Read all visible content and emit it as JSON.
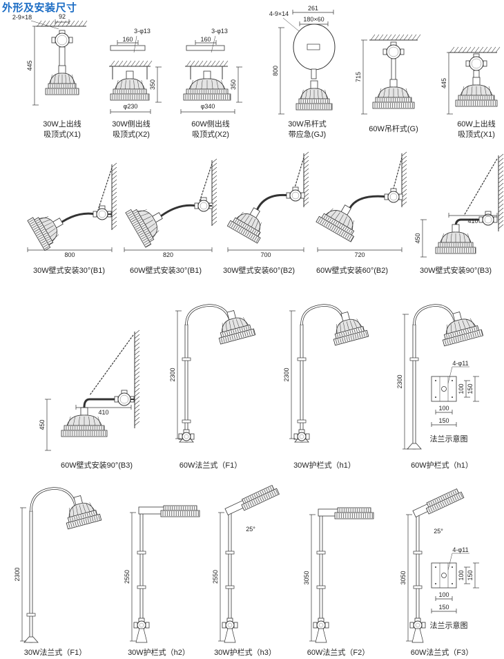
{
  "title": "外形及安装尺寸",
  "figures": [
    {
      "caption": [
        "30W上出线",
        "吸顶式(X1)"
      ],
      "dims": [
        "2-9×18",
        "92",
        "445"
      ]
    },
    {
      "caption": [
        "30W侧出线",
        "吸顶式(X2)"
      ],
      "dims": [
        "160",
        "3-φ13",
        "350",
        "φ230"
      ]
    },
    {
      "caption": [
        "60W侧出线",
        "吸顶式(X2)"
      ],
      "dims": [
        "160",
        "3-φ13",
        "350",
        "φ340"
      ]
    },
    {
      "caption": [
        "30W吊杆式",
        "带应急(GJ)"
      ],
      "dims": [
        "4-9×14",
        "261",
        "180×60",
        "800"
      ]
    },
    {
      "caption": [
        "60W吊杆式(G)"
      ],
      "dims": [
        "715"
      ]
    },
    {
      "caption": [
        "60W上出线",
        "吸顶式(X1)"
      ],
      "dims": [
        "445"
      ]
    },
    {
      "caption": [
        "30W壁式安装30°(B1)"
      ],
      "dims": [
        "800"
      ]
    },
    {
      "caption": [
        "60W壁式安装30°(B1)"
      ],
      "dims": [
        "820"
      ]
    },
    {
      "caption": [
        "30W壁式安装60°(B2)"
      ],
      "dims": [
        "700"
      ]
    },
    {
      "caption": [
        "60W壁式安装60°(B2)"
      ],
      "dims": [
        "720"
      ]
    },
    {
      "caption": [
        "30W壁式安装90°(B3)"
      ],
      "dims": [
        "410",
        "450"
      ]
    },
    {
      "caption": [
        "60W壁式安装90°(B3)"
      ],
      "dims": [
        "410",
        "450"
      ]
    },
    {
      "caption": [
        "60W法兰式（F1）"
      ],
      "dims": [
        "2300"
      ]
    },
    {
      "caption": [
        "30W护栏式（h1）"
      ],
      "dims": [
        "2300"
      ]
    },
    {
      "caption": [
        "60W护栏式（h1）"
      ],
      "dims": [
        "2300"
      ]
    },
    {
      "caption": [
        "30W法兰式（F1）"
      ],
      "dims": [
        "2300"
      ]
    },
    {
      "caption": [
        "30W护栏式（h2）"
      ],
      "dims": [
        "2550"
      ]
    },
    {
      "caption": [
        "30W护栏式（h3）"
      ],
      "dims": [
        "2550",
        "25°"
      ]
    },
    {
      "caption": [
        "60W法兰式（F2）"
      ],
      "dims": [
        "3050"
      ]
    },
    {
      "caption": [
        "60W法兰式（F3）"
      ],
      "dims": [
        "3050",
        "25°"
      ]
    }
  ],
  "flange_diagrams": [
    {
      "holes": "4-φ11",
      "inner_h": "100",
      "outer_h": "150",
      "inner_v": "100",
      "outer_v": "150",
      "label": "法兰示意图"
    },
    {
      "holes": "4-φ11",
      "inner_h": "100",
      "outer_h": "150",
      "inner_v": "100",
      "outer_v": "150",
      "label": "法兰示意图"
    }
  ]
}
